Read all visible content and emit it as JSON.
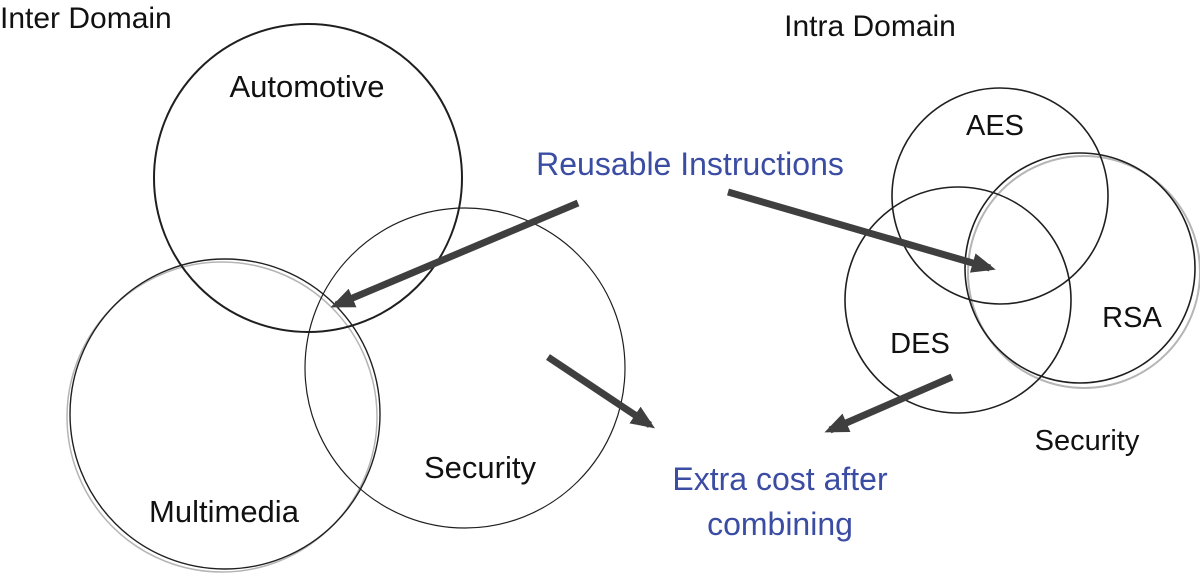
{
  "diagram": {
    "inter_domain": {
      "title": "Inter Domain",
      "circles": [
        {
          "label": "Automotive"
        },
        {
          "label": "Multimedia"
        },
        {
          "label": "Security"
        }
      ]
    },
    "intra_domain": {
      "title": "Intra Domain",
      "circles": [
        {
          "label": "AES"
        },
        {
          "label": "DES"
        },
        {
          "label": "RSA"
        }
      ],
      "group_label": "Security"
    },
    "annotations": {
      "reusable": "Reusable Instructions",
      "extra_cost": [
        "Extra cost after",
        "combining"
      ]
    },
    "colors": {
      "annotation_blue": "#3B4CA3",
      "arrow_gray": "#3F3F3F",
      "circle_stroke": "#1F1F1F",
      "shadow_gray": "#B5B5B5"
    }
  }
}
